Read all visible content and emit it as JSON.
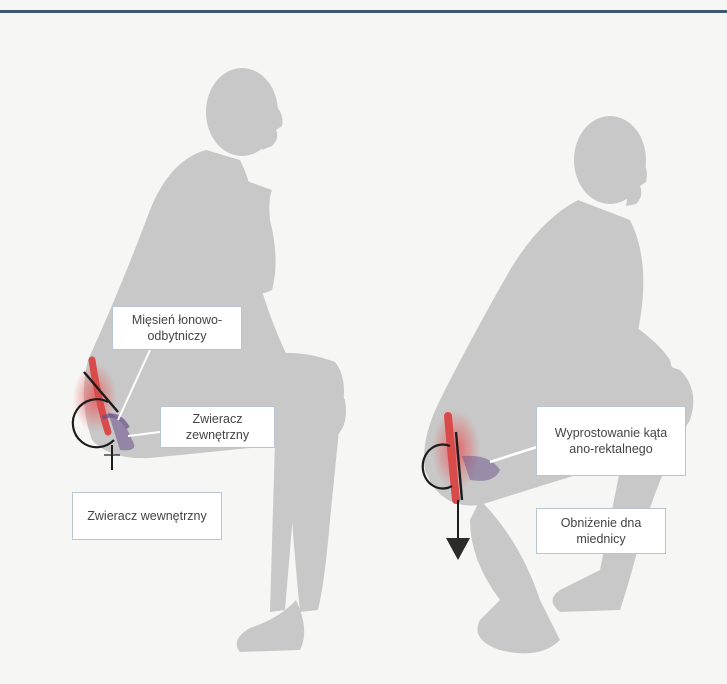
{
  "labels": {
    "puborectalis": "Mięsień łonowo-odbytniczy",
    "external_sphincter": "Zwieracz zewnętrzny",
    "internal_sphincter": "Zwieracz wewnętrzny",
    "anorectal_angle": "Wyprostowanie kąta ano-rektalnego",
    "pelvic_floor": "Obniżenie dna miednicy"
  },
  "colors": {
    "silhouette": "#c8c8c8",
    "rectum": "#e85a5a",
    "muscle": "#6a4f8a",
    "frame": "#3e5670"
  }
}
